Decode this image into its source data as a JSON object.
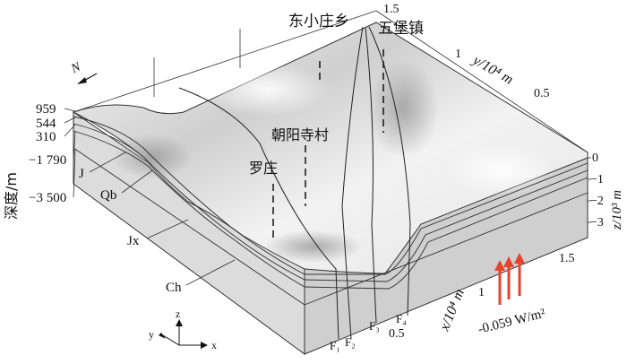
{
  "places": {
    "dongxiaozhuang": "东小庄乡",
    "wubao": "五堡镇",
    "chaoyangsi": "朝阳寺村",
    "luozhuang": "罗庄"
  },
  "depth_axis": {
    "title": "深度/m",
    "ticks": [
      "959",
      "544",
      "310",
      "−1 790",
      "−3 500"
    ]
  },
  "strata": [
    "J",
    "Qb",
    "Jx",
    "Ch"
  ],
  "y_axis": {
    "label": "y/10⁴ m",
    "ticks": [
      "1.5",
      "1",
      "0.5"
    ]
  },
  "x_axis": {
    "label": "x/10⁴ m",
    "ticks": [
      "0.5",
      "1",
      "1.5"
    ]
  },
  "z_axis": {
    "label": "z/10³ m",
    "ticks": [
      "0",
      "−1",
      "−2",
      "−3"
    ]
  },
  "faults": [
    "F₁",
    "F₂",
    "F₃",
    "F₄"
  ],
  "heat_flux": "-0.059 W/m²",
  "north": "N",
  "triad": {
    "x": "x",
    "y": "y",
    "z": "z"
  },
  "colors": {
    "surface_light": "#f4f4f4",
    "surface_dark": "#a8a8a8",
    "side": "#d9d9d9",
    "arrow": "#e8412c"
  }
}
